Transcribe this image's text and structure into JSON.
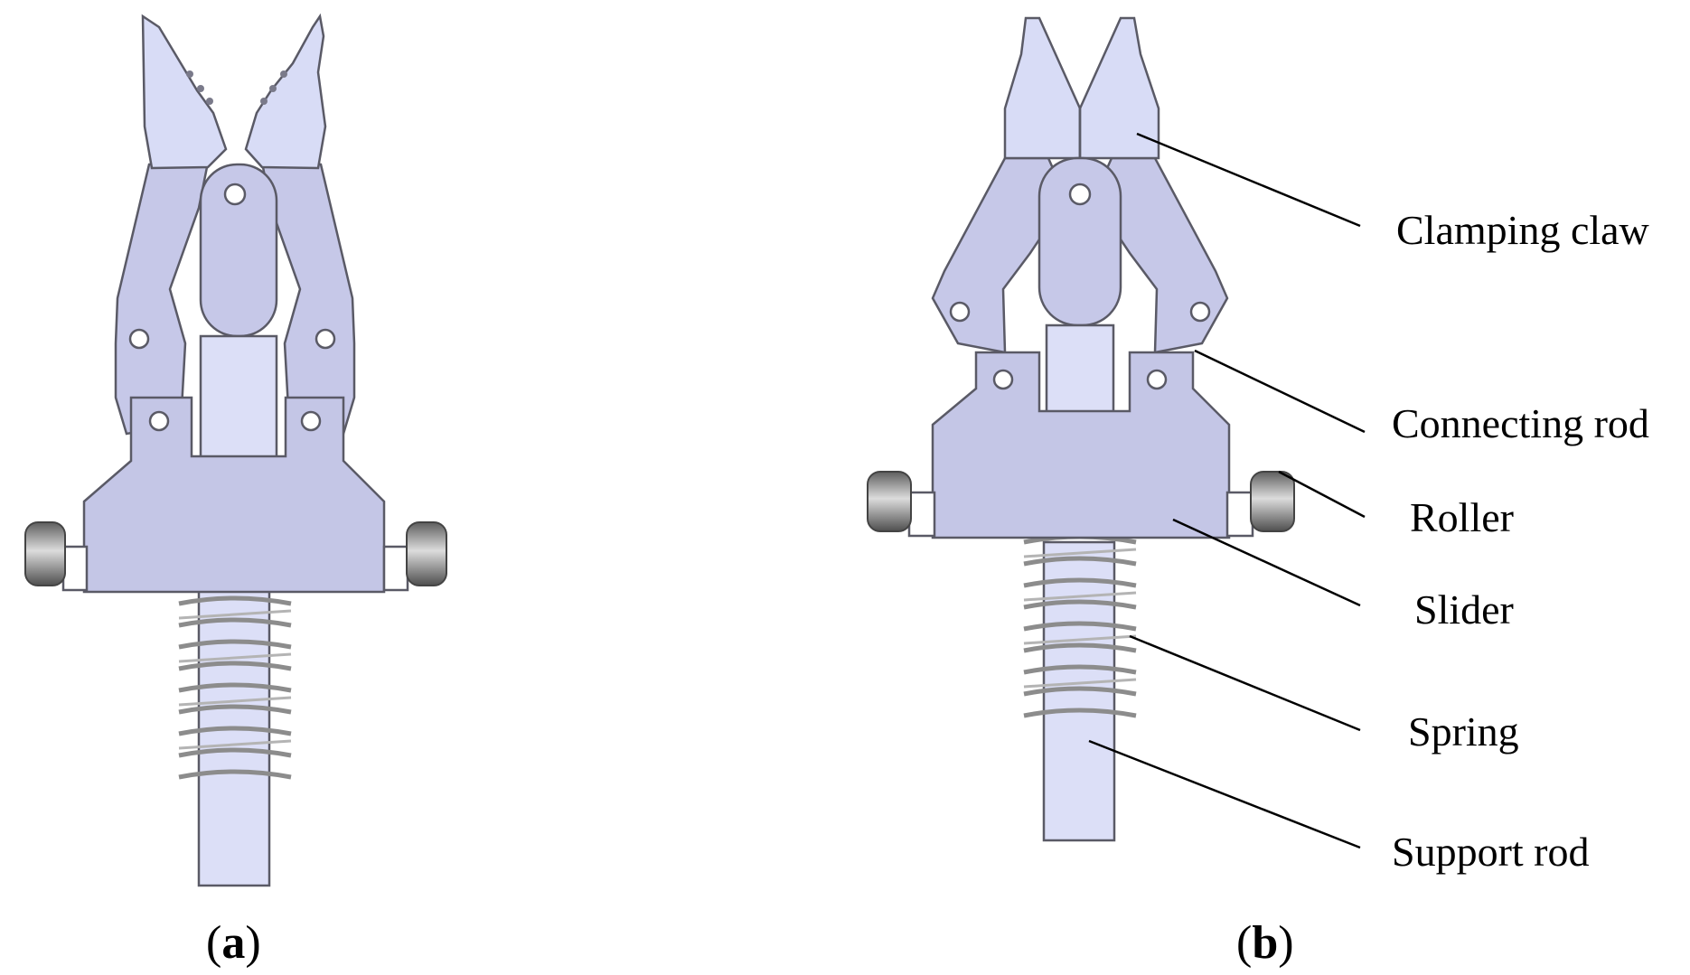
{
  "labels": {
    "clamping_claw": "Clamping claw",
    "connecting_rod": "Connecting rod",
    "roller": "Roller",
    "slider": "Slider",
    "spring": "Spring",
    "support_rod": "Support rod"
  },
  "captions": {
    "a": {
      "open": "(",
      "letter": "a",
      "close": ")"
    },
    "b": {
      "open": "(",
      "letter": "b",
      "close": ")"
    }
  },
  "colors": {
    "claw": "#d8dcf6",
    "link": "#c6c8e8",
    "slider": "#c4c6e6",
    "rod": "#dcdff7",
    "roller": "#8a8a8a",
    "spring": "#909090",
    "outline": "#5a5a66"
  }
}
